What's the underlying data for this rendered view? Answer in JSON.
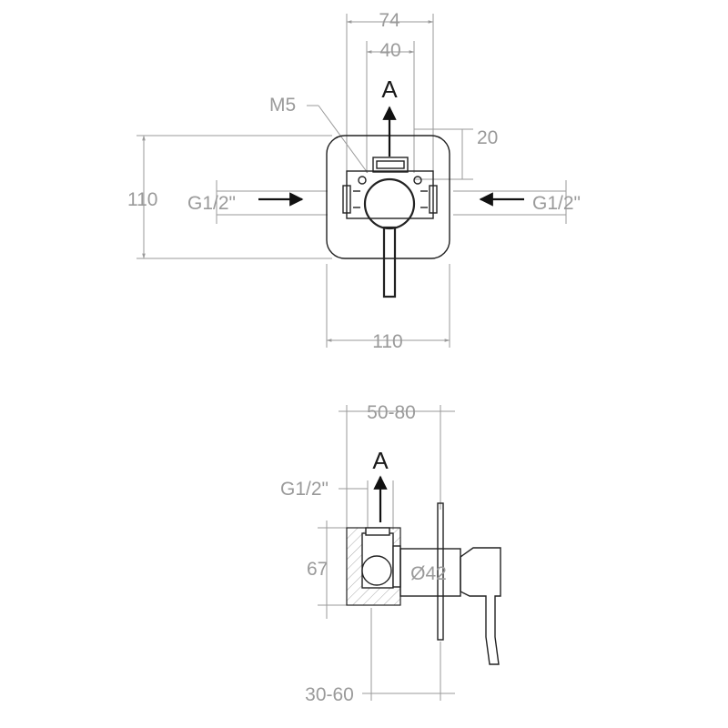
{
  "top_view": {
    "dim_width_outer": "74",
    "dim_width_inner": "40",
    "flow_label": "A",
    "screw_label": "M5",
    "dim_offset": "20",
    "dim_height": "110",
    "inlet_left": "G1/2\"",
    "inlet_right": "G1/2\"",
    "dim_plate_width": "110"
  },
  "side_view": {
    "dim_depth": "50-80",
    "flow_label": "A",
    "outlet_thread": "G1/2\"",
    "dim_body_height": "67",
    "dim_diameter": "Ø42",
    "dim_wall": "30-60"
  }
}
